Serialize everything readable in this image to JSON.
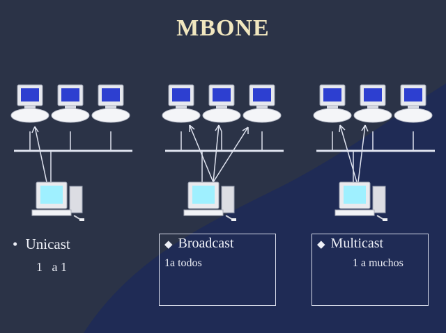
{
  "title": "MBONE",
  "panels": {
    "unicast": {
      "bullet": "•",
      "label": "Unicast",
      "subtitle": "1   a 1"
    },
    "broadcast": {
      "bullet": "◆",
      "label": "Broadcast",
      "subtitle": "1a todos"
    },
    "multicast": {
      "bullet": "◆",
      "label": "Multicast",
      "subtitle": "1 a muchos"
    }
  },
  "colors": {
    "background": "#2b3347",
    "wave": "#1f2b55",
    "title": "#f1e7bf",
    "monitor_screen_client": "#2d3fd0",
    "monitor_screen_server": "#9ff0ff",
    "lines": "#dfe3ef"
  }
}
